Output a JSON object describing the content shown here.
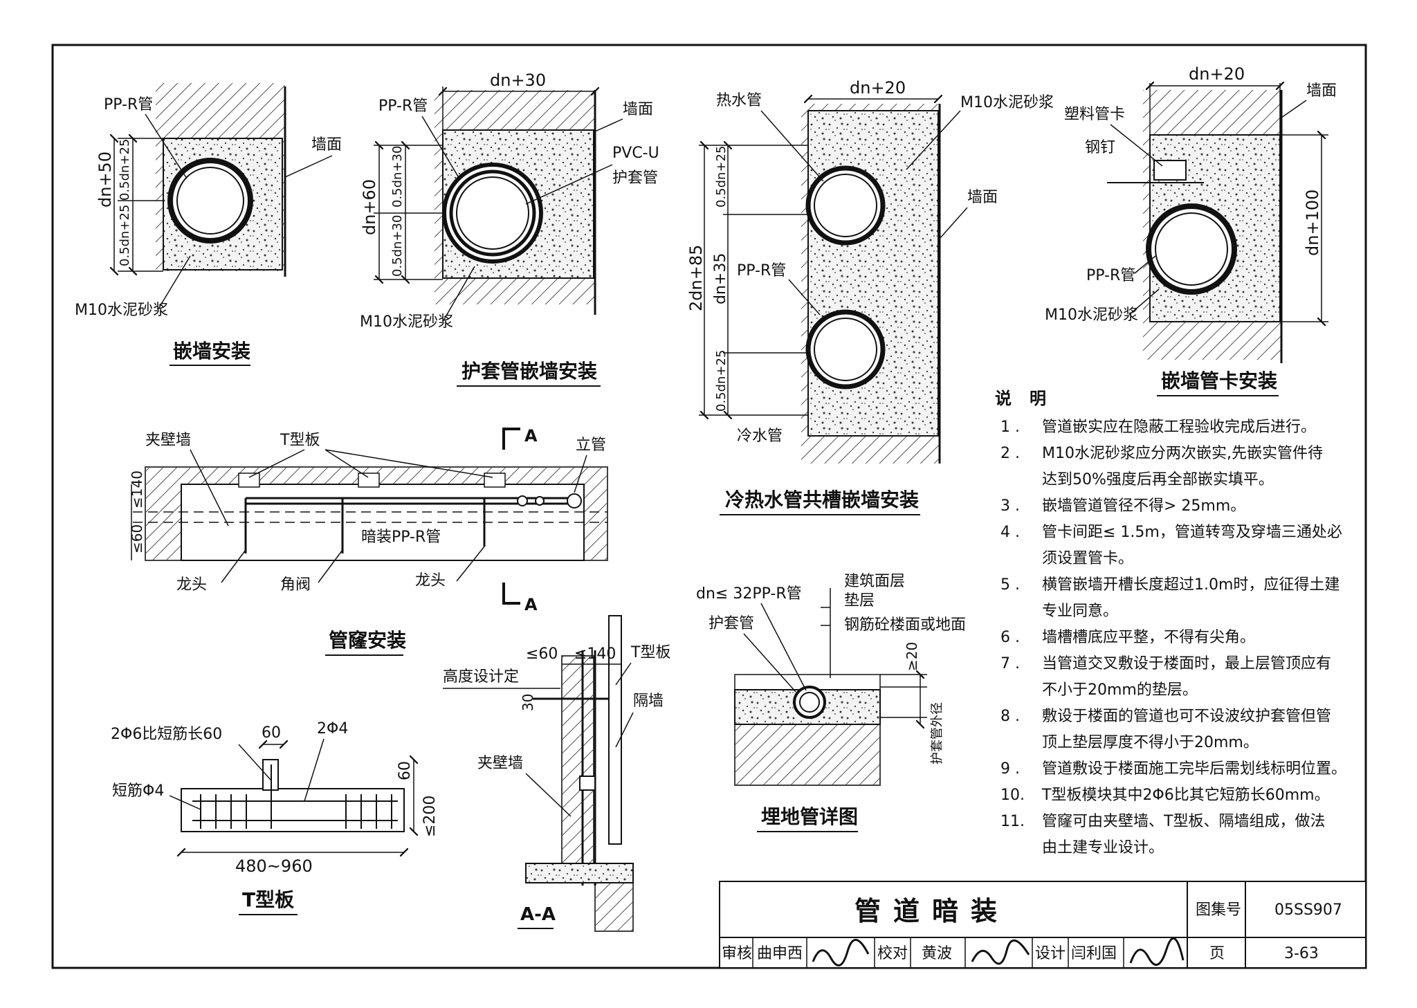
{
  "sheet": {
    "title": "管道暗装",
    "atlas_label": "图集号",
    "atlas_no": "05SS907",
    "page_label": "页",
    "page_no": "3-63",
    "sign": {
      "review_label": "审核",
      "review_name": "曲申西",
      "check_label": "校对",
      "check_name": "黄波",
      "design_label": "设计",
      "design_name": "闫利国"
    }
  },
  "d1": {
    "title": "嵌墙安装",
    "pipe": "PP-R管",
    "wall": "墙面",
    "mortar": "M10水泥砂浆",
    "dim_total": "dn+50",
    "dim_a": "0.5dn+25",
    "dim_b": "0.5dn+25"
  },
  "d2": {
    "title": "护套管嵌墙安装",
    "pipe": "PP-R管",
    "wall": "墙面",
    "sleeve_a": "PVC-U",
    "sleeve_b": "护套管",
    "mortar": "M10水泥砂浆",
    "dim_width": "dn+30",
    "dim_total": "dn+60",
    "dim_a": "0.5dn+30",
    "dim_b": "0.5dn+30"
  },
  "d3": {
    "title": "冷热水管共槽嵌墙安装",
    "hot": "热水管",
    "cold": "冷水管",
    "pipe": "PP-R管",
    "wall": "墙面",
    "mortar": "M10水泥砂浆",
    "dim_width": "dn+20",
    "dim_total": "2dn+85",
    "dim_a": "0.5dn+25",
    "dim_mid": "dn+35",
    "dim_b": "0.5dn+25"
  },
  "d4": {
    "title": "嵌墙管卡安装",
    "clip": "塑料管卡",
    "nail": "钢钉",
    "pipe": "PP-R管",
    "wall": "墙面",
    "mortar": "M10水泥砂浆",
    "dim_width": "dn+20",
    "dim_height": "dn+100"
  },
  "d5": {
    "title": "管窿安装",
    "wall": "夹壁墙",
    "tplate": "T型板",
    "riser": "立管",
    "hidden_pipe": "暗装PP-R管",
    "tap_a": "龙头",
    "valve": "角阀",
    "tap_b": "龙头",
    "section": "A",
    "dim_a": "≤140",
    "dim_b": "≤60"
  },
  "d6": {
    "title": "T型板",
    "long_bar": "2Φ6比短筋长60",
    "bar": "2Φ4",
    "short_bar": "短筋Φ4",
    "dim_top": "60",
    "dim_height": "60",
    "dim_depth": "≤200",
    "dim_len": "480~960"
  },
  "d7": {
    "title": "A-A",
    "height": "高度设计定",
    "tplate": "T型板",
    "partition": "隔墙",
    "wall": "夹壁墙",
    "dim_a": "≤60",
    "dim_b": "≤140",
    "dim_c": "30"
  },
  "d8": {
    "title": "埋地管详图",
    "pipe": "dn≤ 32PP-R管",
    "sleeve": "护套管",
    "layer1": "建筑面层",
    "layer2": "垫层",
    "layer3": "钢筋砼楼面或地面",
    "dim_a": "≥20",
    "dim_b": "护套管外径"
  },
  "notes": {
    "heading": "说明",
    "items": [
      {
        "n": "1 .",
        "text": "管道嵌实应在隐蔽工程验收完成后进行。"
      },
      {
        "n": "2 .",
        "text": "M10水泥砂浆应分两次嵌实,先嵌实管件待"
      },
      {
        "n": "",
        "text": "达到50%强度后再全部嵌实填平。"
      },
      {
        "n": "3 .",
        "text": "嵌墙管道管径不得> 25mm。"
      },
      {
        "n": "4 .",
        "text": "管卡间距≤ 1.5m，管道转弯及穿墙三通处必"
      },
      {
        "n": "",
        "text": "须设置管卡。"
      },
      {
        "n": "5 .",
        "text": "横管嵌墙开槽长度超过1.0m时，应征得土建"
      },
      {
        "n": "",
        "text": "专业同意。"
      },
      {
        "n": "6 .",
        "text": "墙槽槽底应平整，不得有尖角。"
      },
      {
        "n": "7 .",
        "text": "当管道交叉敷设于楼面时，最上层管顶应有"
      },
      {
        "n": "",
        "text": "不小于20mm的垫层。"
      },
      {
        "n": "8 .",
        "text": "敷设于楼面的管道也可不设波纹护套管但管"
      },
      {
        "n": "",
        "text": "顶上垫层厚度不得小于20mm。"
      },
      {
        "n": "9 .",
        "text": "管道敷设于楼面施工完毕后需划线标明位置。"
      },
      {
        "n": "10.",
        "text": "T型板模块其中2Φ6比其它短筋长60mm。"
      },
      {
        "n": "11.",
        "text": "管窿可由夹壁墙、T型板、隔墙组成，做法"
      },
      {
        "n": "",
        "text": "由土建专业设计。"
      }
    ]
  }
}
